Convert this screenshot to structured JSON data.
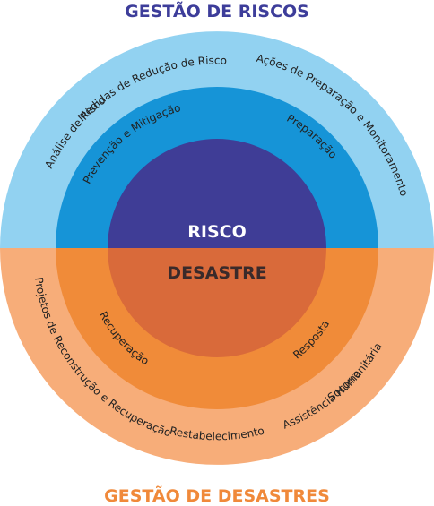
{
  "titles": {
    "top": "GESTÃO DE RISCOS",
    "bottom": "GESTÃO DE DESASTRES"
  },
  "colors": {
    "outer_top": "#92d2f1",
    "middle_top": "#1694d7",
    "core_top": "#3f3d96",
    "outer_bottom": "#f7ad79",
    "middle_bottom": "#f08b39",
    "core_bottom": "#d96a3a",
    "title_top": "#3d3d9a",
    "title_bottom": "#f0893a"
  },
  "core": {
    "top": "RISCO",
    "bottom": "DESASTRE"
  },
  "middle_ring": {
    "prevencao": "Prevenção e Mitigação",
    "preparacao": "Preparação",
    "recuperacao": "Recuperação",
    "resposta": "Resposta"
  },
  "outer_ring": {
    "analise": "Análise de Risco",
    "medidas": "Medidas de Redução de Risco",
    "acoes": "Ações de Preparação e Monitoramento",
    "projetos": "Projetos de Reconstrução e Recuperação",
    "restabelecimento": "Restabelecimento",
    "assistencia": "Assistência Humanitária",
    "socorro": "Socorro"
  }
}
